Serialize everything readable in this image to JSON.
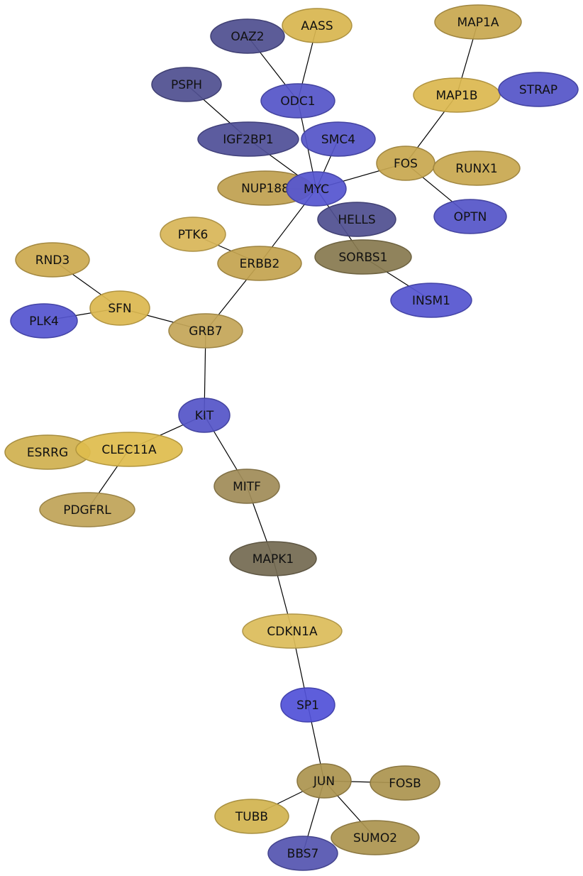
{
  "nodes": [
    {
      "id": "OAZ2",
      "color": "#505090"
    },
    {
      "id": "AASS",
      "color": "#d8b650"
    },
    {
      "id": "MAP1A",
      "color": "#c8a850"
    },
    {
      "id": "PSPH",
      "color": "#505090"
    },
    {
      "id": "ODC1",
      "color": "#5555c8"
    },
    {
      "id": "MAP1B",
      "color": "#dcb850"
    },
    {
      "id": "STRAP",
      "color": "#5555c8"
    },
    {
      "id": "IGF2BP1",
      "color": "#505098"
    },
    {
      "id": "SMC4",
      "color": "#5555c8"
    },
    {
      "id": "FOS",
      "color": "#c8a850"
    },
    {
      "id": "RUNX1",
      "color": "#c8a850"
    },
    {
      "id": "NUP188",
      "color": "#c0a050"
    },
    {
      "id": "MYC",
      "color": "#5555d0"
    },
    {
      "id": "HELLS",
      "color": "#505090"
    },
    {
      "id": "OPTN",
      "color": "#5555c8"
    },
    {
      "id": "PTK6",
      "color": "#d8b658"
    },
    {
      "id": "ERBB2",
      "color": "#c4a450"
    },
    {
      "id": "SORBS1",
      "color": "#887a50"
    },
    {
      "id": "RND3",
      "color": "#ccaa50"
    },
    {
      "id": "SFN",
      "color": "#dcb850"
    },
    {
      "id": "INSM1",
      "color": "#5555d0"
    },
    {
      "id": "PLK4",
      "color": "#5555d0"
    },
    {
      "id": "GRB7",
      "color": "#c4a658"
    },
    {
      "id": "KIT",
      "color": "#5555c8"
    },
    {
      "id": "ESRRG",
      "color": "#d0b050"
    },
    {
      "id": "CLEC11A",
      "color": "#dfbc4e"
    },
    {
      "id": "MITF",
      "color": "#a08c58"
    },
    {
      "id": "PDGFRL",
      "color": "#c0a458"
    },
    {
      "id": "MAPK1",
      "color": "#746a52"
    },
    {
      "id": "CDKN1A",
      "color": "#dcbc5a"
    },
    {
      "id": "SP1",
      "color": "#5252d8"
    },
    {
      "id": "JUN",
      "color": "#ac9450"
    },
    {
      "id": "FOSB",
      "color": "#ac9450"
    },
    {
      "id": "TUBB",
      "color": "#d2b450"
    },
    {
      "id": "SUMO2",
      "color": "#ac9450"
    },
    {
      "id": "BBS7",
      "color": "#5555b0"
    }
  ],
  "edges": [
    [
      "OAZ2",
      "ODC1"
    ],
    [
      "AASS",
      "ODC1"
    ],
    [
      "ODC1",
      "MYC"
    ],
    [
      "PSPH",
      "IGF2BP1"
    ],
    [
      "IGF2BP1",
      "MYC"
    ],
    [
      "SMC4",
      "MYC"
    ],
    [
      "MAP1A",
      "MAP1B"
    ],
    [
      "MAP1B",
      "FOS"
    ],
    [
      "FOS",
      "MYC"
    ],
    [
      "FOS",
      "OPTN"
    ],
    [
      "NUP188",
      "MYC"
    ],
    [
      "MYC",
      "SORBS1"
    ],
    [
      "MYC",
      "ERBB2"
    ],
    [
      "SORBS1",
      "INSM1"
    ],
    [
      "PTK6",
      "ERBB2"
    ],
    [
      "ERBB2",
      "GRB7"
    ],
    [
      "RND3",
      "SFN"
    ],
    [
      "PLK4",
      "SFN"
    ],
    [
      "SFN",
      "GRB7"
    ],
    [
      "GRB7",
      "KIT"
    ],
    [
      "KIT",
      "CLEC11A"
    ],
    [
      "KIT",
      "MITF"
    ],
    [
      "CLEC11A",
      "PDGFRL"
    ],
    [
      "MITF",
      "MAPK1"
    ],
    [
      "MAPK1",
      "CDKN1A"
    ],
    [
      "CDKN1A",
      "SP1"
    ],
    [
      "SP1",
      "JUN"
    ],
    [
      "JUN",
      "FOSB"
    ],
    [
      "JUN",
      "TUBB"
    ],
    [
      "JUN",
      "SUMO2"
    ],
    [
      "JUN",
      "BBS7"
    ]
  ]
}
